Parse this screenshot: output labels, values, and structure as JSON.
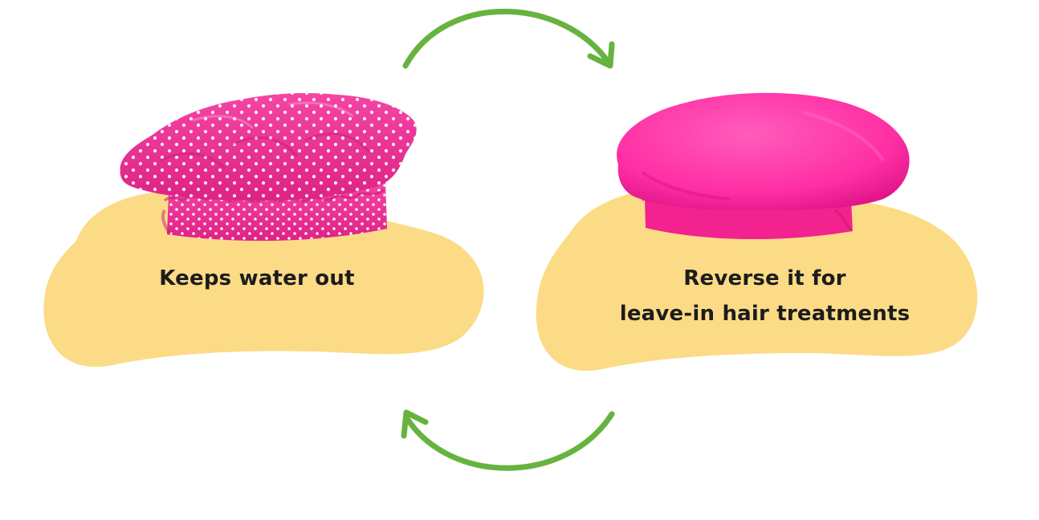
{
  "panels": [
    {
      "id": "left",
      "label_lines": [
        "Keeps water out"
      ],
      "image": "shower-cap-polka-dot"
    },
    {
      "id": "right",
      "label_lines": [
        "Reverse it for",
        "leave-in hair treatments"
      ],
      "image": "shower-cap-terry-cloth"
    }
  ],
  "arrows": [
    {
      "name": "top-arrow-icon",
      "direction": "left-to-right"
    },
    {
      "name": "bottom-arrow-icon",
      "direction": "right-to-left"
    }
  ],
  "colors": {
    "blob": "#fcdb86",
    "arrow": "#66b33f",
    "cap_pink": "#f0359a",
    "cap_pink_dark": "#c81a7a",
    "cap_terry": "#ff2fa4",
    "dots": "#ffffff",
    "text": "#1c1c1c"
  }
}
